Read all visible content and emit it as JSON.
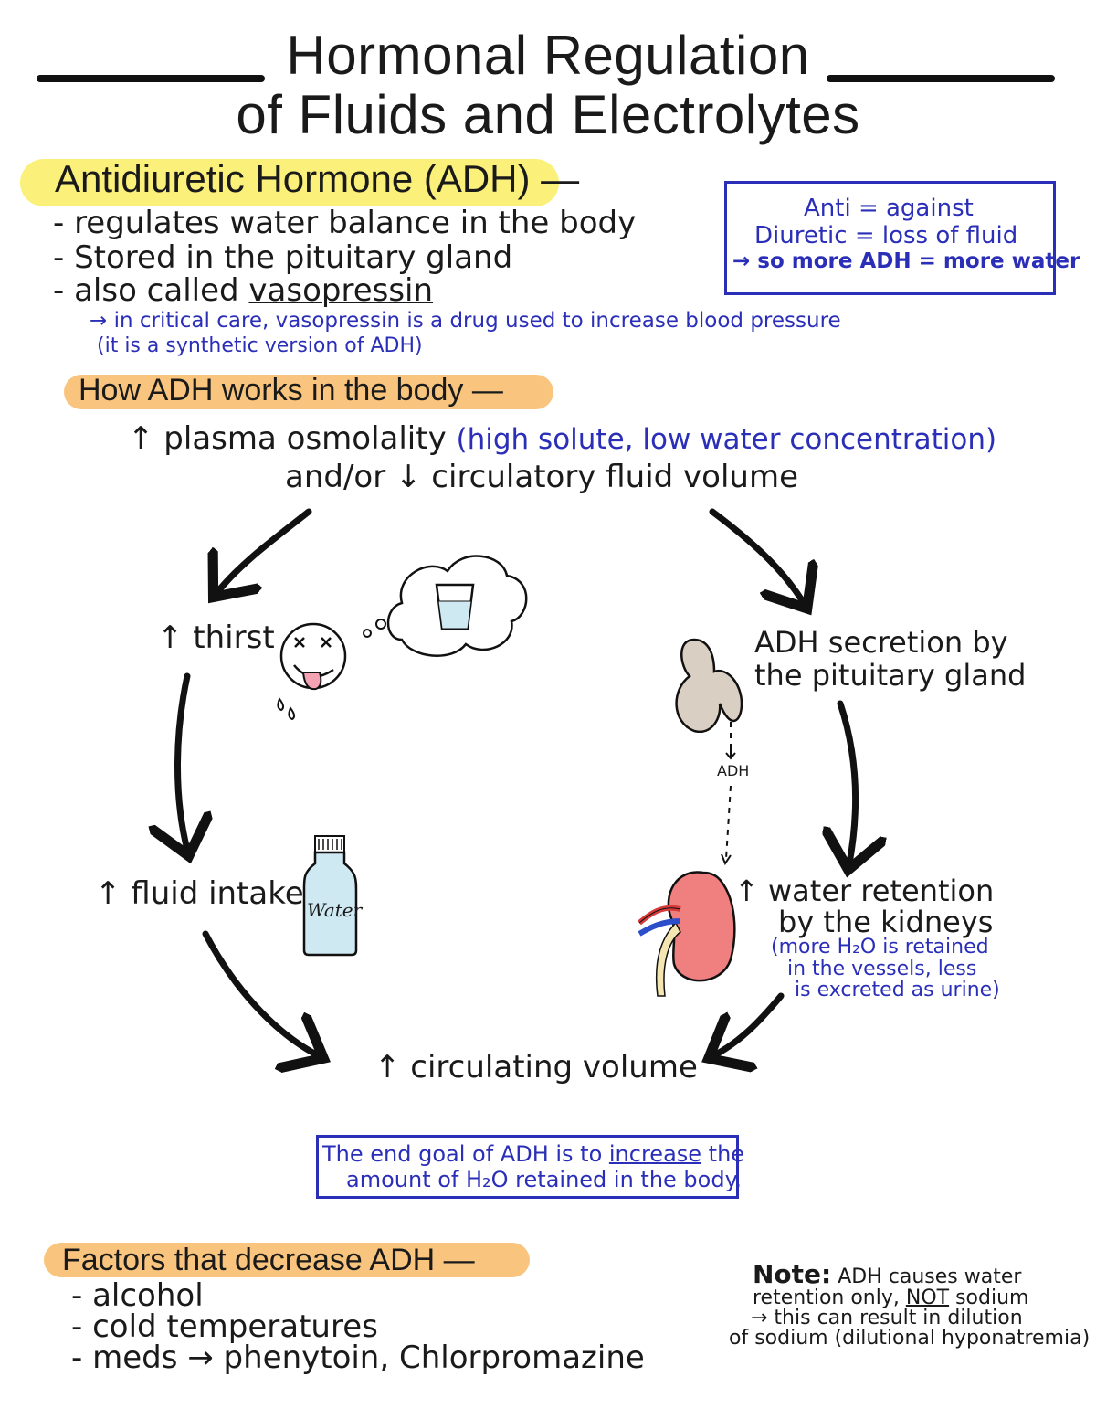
{
  "title": {
    "line1": "Hormonal Regulation",
    "line2": "of Fluids and Electrolytes"
  },
  "adh_section": {
    "heading": "Antidiuretic Hormone (ADH) —",
    "bullets": [
      "- regulates water balance in the body",
      "- Stored in the pituitary gland",
      "- also called "
    ],
    "vasopressin_word": "vasopressin",
    "critical_care_note": "→ in critical care, vasopressin is a drug used to increase blood pressure",
    "synthetic_note": "(it is a synthetic version of ADH)"
  },
  "definition_box": {
    "line1": "Anti = against",
    "line2": "Diuretic = loss of fluid",
    "line3": "→ so more ADH = more water"
  },
  "how_section": {
    "heading": "How ADH works in the body —",
    "trigger_line1": "↑ plasma osmolality",
    "trigger_paren": "(high solute, low water concentration)",
    "trigger_line2": "and/or ↓ circulatory fluid volume"
  },
  "cycle": {
    "thirst": "↑ thirst",
    "fluid_intake": "↑ fluid intake",
    "bottle_label": "Water",
    "adh_secretion_line1": "ADH secretion by",
    "adh_secretion_line2": "the pituitary gland",
    "adh_label": "ADH",
    "water_retention_line1": "↑ water retention",
    "water_retention_line2": "by the kidneys",
    "retention_note_line1": "(more H₂O is retained",
    "retention_note_line2": "in the vessels, less",
    "retention_note_line3": "is excreted as urine)",
    "circulating_volume": "↑ circulating volume"
  },
  "goal_box": {
    "line1_pre": "The end goal of ADH is to ",
    "line1_em": "increase",
    "line1_post": " the",
    "line2": "amount of H₂O retained in the body."
  },
  "factors_section": {
    "heading": "Factors that decrease ADH —",
    "items": [
      "- alcohol",
      "- cold temperatures",
      "- meds → phenytoin, Chlorpromazine"
    ]
  },
  "note": {
    "label": "Note:",
    "line1_rest": " ADH causes water",
    "line2_pre": "retention only, ",
    "line2_em": "NOT",
    "line2_post": " sodium",
    "line3": "→ this can result in dilution",
    "line4": "of sodium (dilutional hyponatremia)"
  },
  "colors": {
    "ink": "#1a1a1a",
    "blue_ink": "#2b2fb8",
    "yellow_highlight": "#fbf07a",
    "orange_highlight": "#f9c57e",
    "kidney": "#f08080",
    "pituitary": "#d9cfc2",
    "water": "#cfe9f3",
    "tongue": "#f4a3b3"
  }
}
